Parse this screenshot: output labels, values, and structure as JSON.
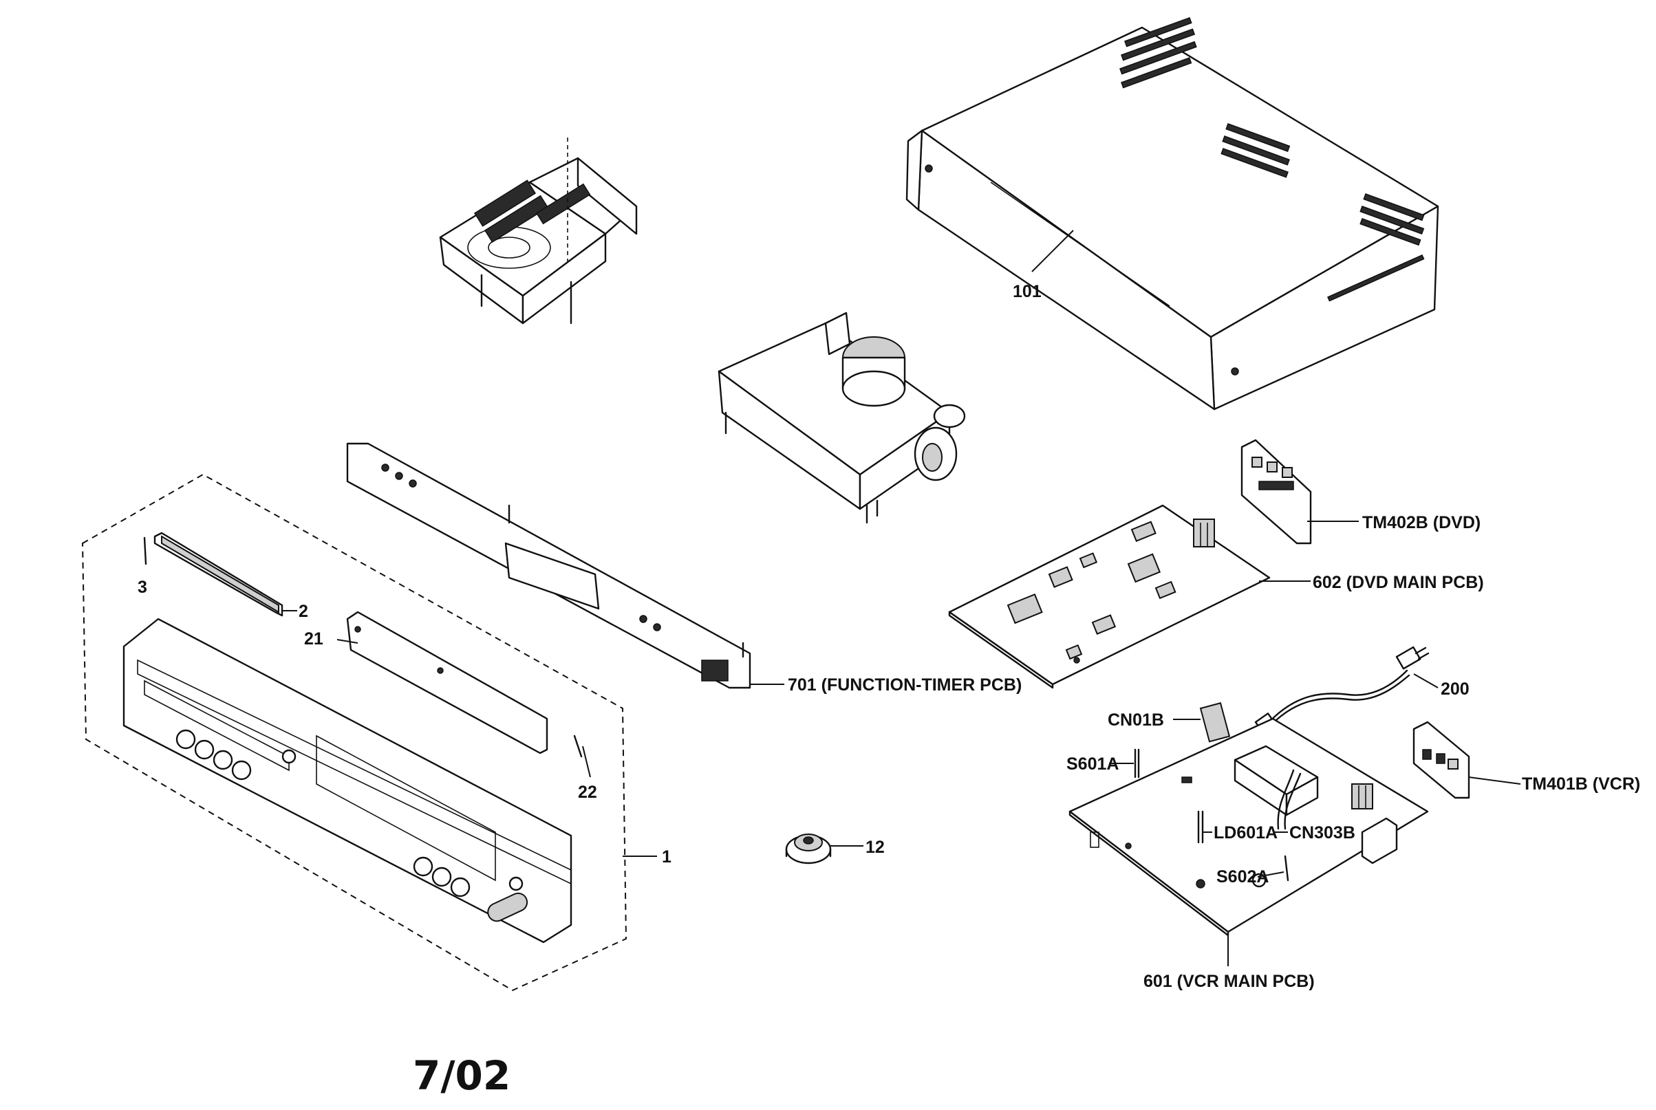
{
  "labels": {
    "cover": "101",
    "front_panel_assy": "1",
    "part_2": "2",
    "part_3": "3",
    "part_21": "21",
    "part_22": "22",
    "part_12": "12",
    "function_timer_pcb": "701 (FUNCTION-TIMER PCB)",
    "dvd_main_pcb": "602 (DVD MAIN PCB)",
    "tm402b": "TM402B (DVD)",
    "power_cord": "200",
    "vcr_main_pcb": "601 (VCR MAIN PCB)",
    "tm401b": "TM401B (VCR)",
    "cn01b": "CN01B",
    "s601a": "S601A",
    "ld601a": "LD601A",
    "cn303b": "CN303B",
    "s602a": "S602A"
  },
  "date_code": "7/02"
}
